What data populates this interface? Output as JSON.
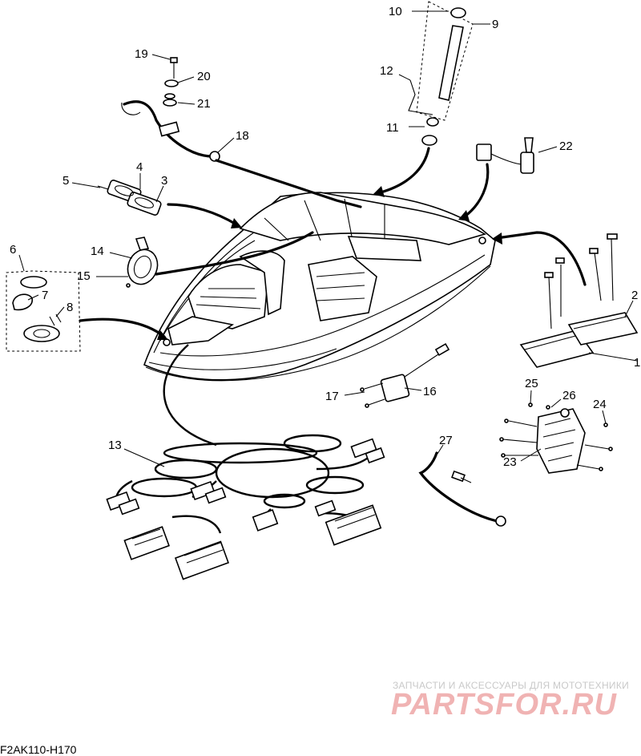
{
  "callouts": {
    "c1": "1",
    "c2": "2",
    "c3": "3",
    "c4": "4",
    "c5": "5",
    "c6": "6",
    "c7": "7",
    "c8": "8",
    "c9": "9",
    "c10": "10",
    "c11": "11",
    "c12": "12",
    "c13": "13",
    "c14": "14",
    "c15": "15",
    "c16": "16",
    "c17": "17",
    "c18": "18",
    "c19": "19",
    "c20": "20",
    "c21": "21",
    "c22": "22",
    "c23": "23",
    "c24": "24",
    "c25": "25",
    "c26": "26",
    "c27": "27"
  },
  "watermark": {
    "tagline": "ЗАПЧАСТИ И АКСЕССУАРЫ ДЛЯ МОТОТЕХНИКИ",
    "logo": "PARTSFOR.RU"
  },
  "diagram_code": "F2AK110-H170",
  "colors": {
    "ink": "#000000",
    "watermark_logo": "#f0b3b3",
    "watermark_text": "#c9c9c9",
    "background": "#ffffff"
  }
}
